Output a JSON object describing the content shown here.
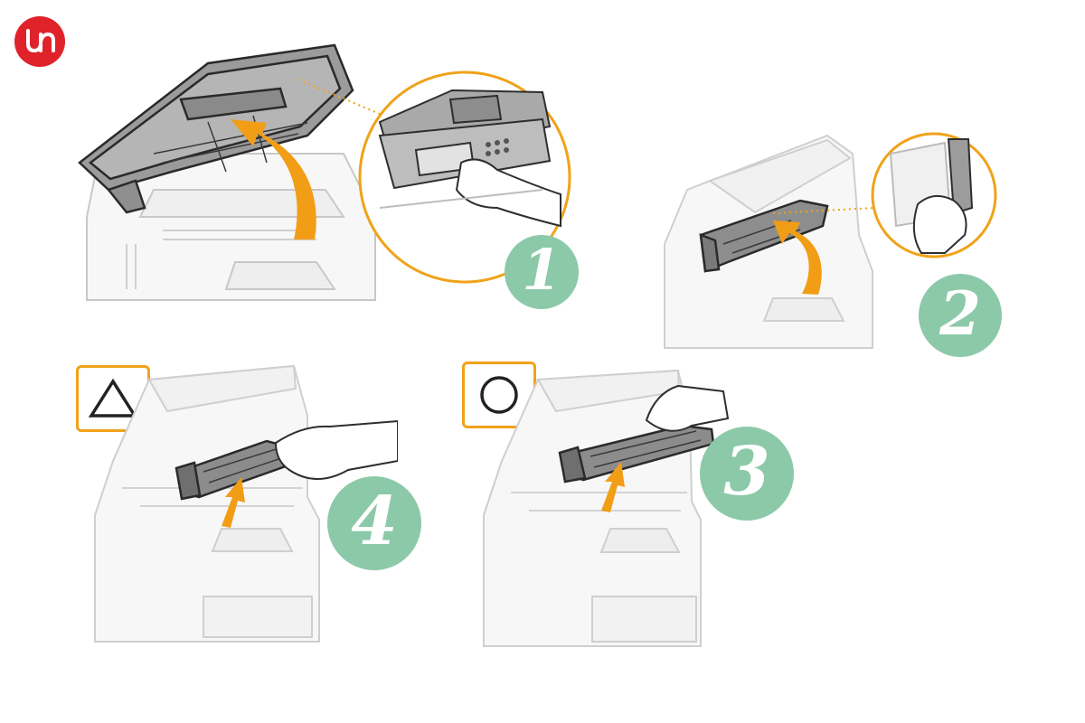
{
  "logo": {
    "icon": "brand-logo-icon",
    "color": "#e0232b"
  },
  "steps": [
    {
      "number": "1"
    },
    {
      "number": "2"
    },
    {
      "number": "3"
    },
    {
      "number": "4"
    }
  ],
  "marks": {
    "wrong": "triangle-icon",
    "correct": "circle-icon"
  },
  "colors": {
    "accent": "#f0a219",
    "badge": "#8cc9a8",
    "line": "#222222"
  }
}
